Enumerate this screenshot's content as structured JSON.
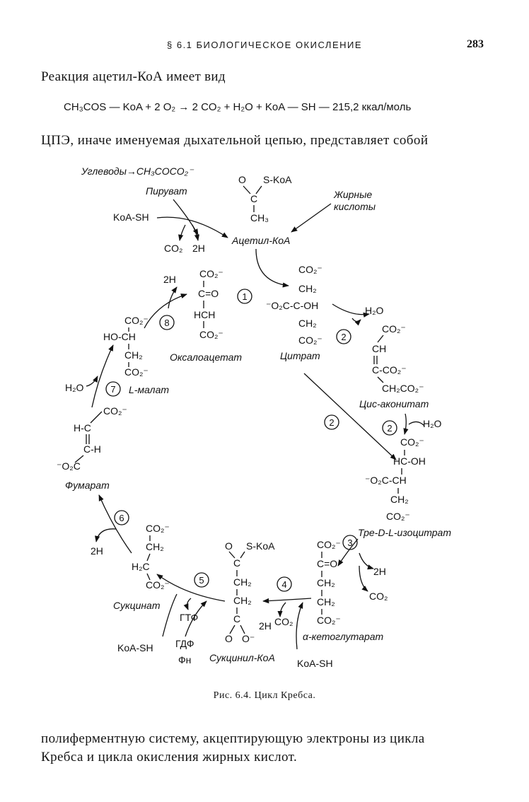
{
  "header": {
    "section": "§ 6.1 БИОЛОГИЧЕСКОЕ ОКИСЛЕНИЕ",
    "page_number": "283"
  },
  "text": {
    "intro": "Реакция ацетил-КоА имеет вид",
    "equation": "CH₃COS — KoA + 2 O₂ → 2 CO₂ + H₂O + KoA — SH — 215,2 ккал/моль",
    "etc_start": "ЦПЭ, иначе именуемая дыхательной цепью, представляет собой",
    "continuation_line1": "полиферментную систему, акцептирующую электроны из цикла",
    "continuation_line2": "Кребса и цикла окисления жирных кислот."
  },
  "figure": {
    "caption": "Рис. 6.4. Цикл Кребса.",
    "inputs": {
      "carbohydrates": "Углеводы→CH₃COCO₂⁻",
      "pyruvate": "Пируват",
      "fatty_acids_1": "Жирные",
      "fatty_acids_2": "кислоты",
      "koa_sh": "KoA-SH",
      "co2": "CO₂",
      "two_h": "2H",
      "acetyl_koa": "Ацетил-КоА"
    },
    "structures": {
      "acetyl": [
        "O",
        "S-KoA",
        "C",
        "CH₃"
      ],
      "oxaloacetate": [
        "CO₂⁻",
        "C=O",
        "HCH",
        "CO₂⁻"
      ],
      "citrate": [
        "CO₂⁻",
        "CH₂",
        "⁻O₂C-C-OH",
        "CH₂",
        "CO₂⁻"
      ],
      "cis_aconitate": [
        "CO₂⁻",
        "CH",
        "C-CO₂⁻",
        "CH₂CO₂⁻"
      ],
      "isocitrate": [
        "CO₂⁻",
        "HC-OH",
        "⁻O₂C-CH",
        "CH₂",
        "CO₂⁻"
      ],
      "ketoglutarate": [
        "CO₂⁻",
        "C=O",
        "CH₂",
        "CH₂",
        "CO₂⁻"
      ],
      "succinyl_koa": [
        "O",
        "S-KoA",
        "C",
        "CH₂",
        "CH₂",
        "C",
        "O",
        "O⁻"
      ],
      "succinate": [
        "CO₂⁻",
        "CH₂",
        "H₂C",
        "CO₂⁻"
      ],
      "fumarate": [
        "CO₂⁻",
        "H-C",
        "C-H",
        "⁻O₂C"
      ],
      "malate": [
        "CO₂⁻",
        "HO-CH",
        "CH₂",
        "CO₂⁻"
      ]
    },
    "names": {
      "oxaloacetate": "Оксалоацетат",
      "citrate": "Цитрат",
      "cis_aconitate": "Цис-аконитат",
      "isocitrate": "Тре-D-L-изоцитрат",
      "ketoglutarate": "α-кетоглутарат",
      "succinyl_koa": "Сукцинил-КоА",
      "succinate": "Сукцинат",
      "fumarate": "Фумарат",
      "malate": "L-малат"
    },
    "steps": [
      "1",
      "2",
      "2",
      "2",
      "3",
      "4",
      "5",
      "6",
      "7",
      "8"
    ],
    "cofactors": {
      "h2o": "H₂O",
      "two_h": "2H",
      "co2": "CO₂",
      "gtp": "ГТФ",
      "gdp": "ГДФ",
      "pn": "Фн",
      "koa_sh": "KoA-SH"
    }
  }
}
